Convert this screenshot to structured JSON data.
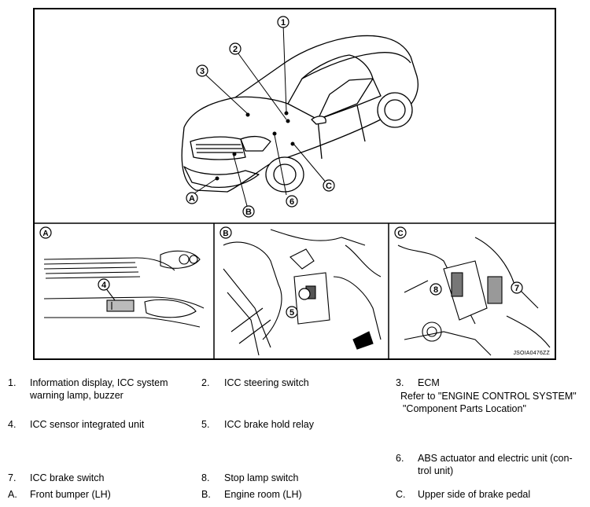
{
  "diagram": {
    "code": "JSOIA0476ZZ",
    "callouts": [
      "1",
      "2",
      "3",
      "4",
      "5",
      "6",
      "7",
      "8"
    ],
    "panel_labels": [
      "A",
      "B",
      "C"
    ]
  },
  "legend": [
    {
      "num": "1.",
      "text": "Information display, ICC system",
      "text2": "warning lamp, buzzer"
    },
    {
      "num": "2.",
      "text": "ICC steering switch"
    },
    {
      "num": "3.",
      "text": "ECM",
      "text2": "Refer to \"ENGINE CONTROL SYSTEM\"",
      "text3": "\"Component Parts Location\""
    },
    {
      "num": "4.",
      "text": "ICC sensor integrated unit"
    },
    {
      "num": "5.",
      "text": "ICC brake hold relay"
    },
    {
      "num": "6.",
      "text": "ABS actuator and electric unit (con-",
      "text2": "trol unit)"
    },
    {
      "num": "7.",
      "text": "ICC brake switch"
    },
    {
      "num": "8.",
      "text": "Stop lamp switch"
    },
    {
      "num": "A.",
      "text": "Front bumper (LH)"
    },
    {
      "num": "B.",
      "text": "Engine room (LH)"
    },
    {
      "num": "C.",
      "text": "Upper side of brake pedal"
    }
  ]
}
